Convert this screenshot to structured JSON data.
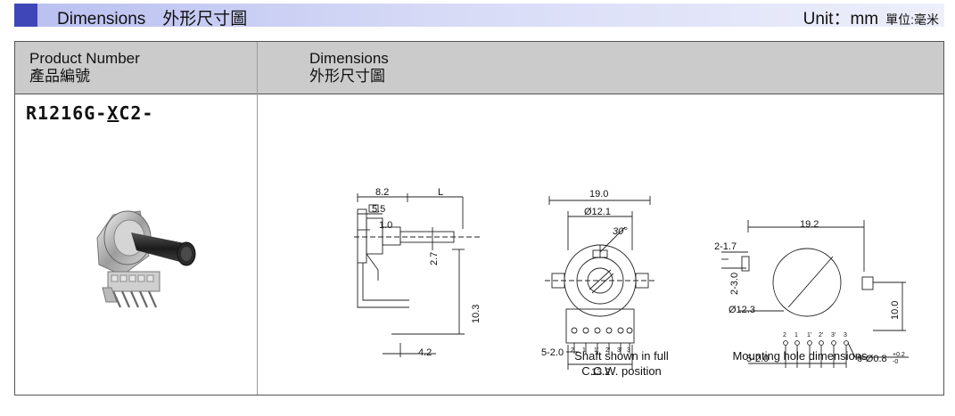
{
  "header": {
    "title": "Dimensions　外形尺寸圖",
    "unit": "Unit：mm",
    "unit_cn": "單位:毫米"
  },
  "table": {
    "col1_header_en": "Product Number",
    "col1_header_cn": "產品編號",
    "col2_header_en": "Dimensions",
    "col2_header_cn": "外形尺寸圖"
  },
  "product": {
    "number_prefix": "R1216G-",
    "number_x": "X",
    "number_suffix": "C2-"
  },
  "side_view": {
    "dims": [
      "8.2",
      "L",
      "5.5",
      "1.0",
      "2.7",
      "10.3",
      "4.2"
    ]
  },
  "front_view": {
    "dims": [
      "19.0",
      "Ø12.1",
      "30°",
      "5-2.0",
      "13.2"
    ],
    "pins": [
      "2",
      "1",
      "1'",
      "2'",
      "3'",
      "3"
    ],
    "caption_line1": "Shaft shown in full",
    "caption_line2": "C.C.W. position"
  },
  "mounting_view": {
    "dims": [
      "19.2",
      "2-1.7",
      "2-3.0",
      "Ø12.3",
      "10.0",
      "5-2.0",
      "6-Ø0.8"
    ],
    "tolerance_upper": "+0.2",
    "tolerance_lower": "-0",
    "pins": [
      "2",
      "1",
      "1'",
      "2'",
      "3'",
      "3"
    ],
    "caption": "Mounting hole dimensions"
  },
  "colors": {
    "banner_accent": "#3f47b8",
    "header_bg": "#cbcbcb",
    "border": "#555555"
  }
}
